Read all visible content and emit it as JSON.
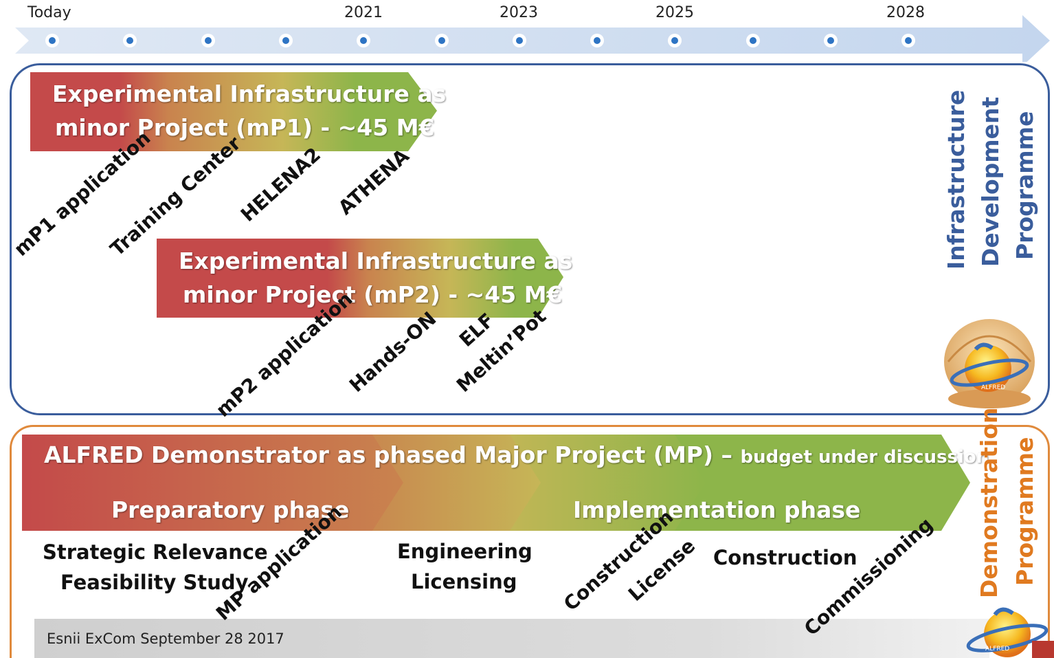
{
  "timeline": {
    "years": [
      {
        "label": "Today"
      },
      {
        "label": "2021"
      },
      {
        "label": "2023"
      },
      {
        "label": "2025"
      },
      {
        "label": "2028"
      }
    ],
    "dot_count": 12,
    "arrow_color": "#c9d9ee",
    "dot_color": "#2e74c4"
  },
  "infrastructure": {
    "side_label": [
      "Infrastructure",
      "Development",
      "Programme"
    ],
    "side_label_color": "#3a5d9c",
    "mp1": {
      "line1": "Experimental Infrastructure as",
      "line2": "minor Project (mP1) - ~45 M€",
      "milestones": [
        "mP1 application",
        "Training Center",
        "HELENA2",
        "ATHENA"
      ]
    },
    "mp2": {
      "line1": "Experimental Infrastructure as",
      "line2": "minor Project (mP2) - ~45 M€",
      "milestones": [
        "mP2 application",
        "Hands-ON",
        "ELF",
        "Meltin’Pot"
      ]
    },
    "logo_text": "ALFRED"
  },
  "demonstration": {
    "side_label": [
      "Demonstration",
      "Programme"
    ],
    "side_label_color": "#e07a20",
    "title_main": "ALFRED Demonstrator as phased Major Project (MP) –",
    "title_sub": "budget under discussion",
    "phase_left": "Preparatory phase",
    "phase_right": "Implementation phase",
    "block1": [
      "Strategic Relevance",
      "Feasibility Study"
    ],
    "block2": [
      "Engineering",
      "Licensing"
    ],
    "block3": "Construction",
    "milestones": [
      "MP application",
      "Construction",
      "License",
      "Commissioning"
    ],
    "logo_text": "ALFRED"
  },
  "colors": {
    "red": "#c44a4a",
    "orange": "#c9834e",
    "yellow": "#c6b657",
    "green": "#8db54a"
  },
  "footer": {
    "text": "Esnii ExCom September 28 2017"
  }
}
